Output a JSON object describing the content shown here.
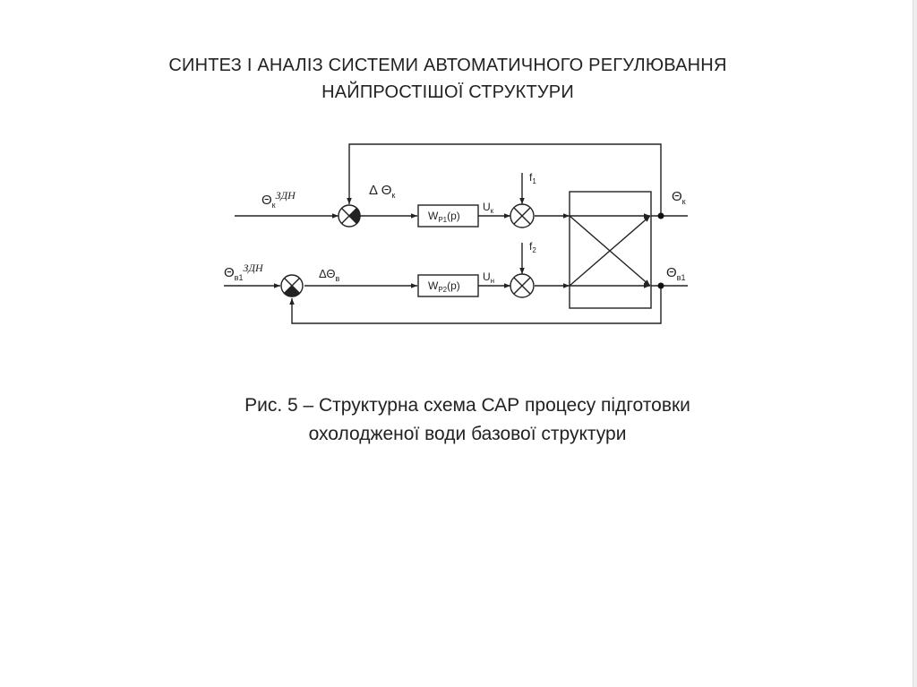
{
  "title": {
    "line1": "СИНТЕЗ І АНАЛІЗ СИСТЕМИ АВТОМАТИЧНОГО РЕГУЛЮВАННЯ",
    "line2": "НАЙПРОСТІШОЇ СТРУКТУРИ"
  },
  "diagram": {
    "input1": {
      "symbol": "Θ",
      "sub": "к",
      "sup": "ЗДН"
    },
    "input2": {
      "symbol": "Θ",
      "sub": "в1",
      "sup": "ЗДН"
    },
    "error1": {
      "prefix": "Δ",
      "symbol": "Θ",
      "sub": "к"
    },
    "error2": {
      "prefix": "Δ",
      "symbol": "Θ",
      "sub": "в"
    },
    "block1": {
      "main": "W",
      "sub": "P1",
      "arg": "(p)"
    },
    "block2": {
      "main": "W",
      "sub": "P2",
      "arg": "(p)"
    },
    "u1": {
      "main": "U",
      "sub": "к"
    },
    "u2": {
      "main": "U",
      "sub": "н"
    },
    "f1": {
      "main": "f",
      "sub": "1"
    },
    "f2": {
      "main": "f",
      "sub": "2"
    },
    "output1": {
      "symbol": "Θ",
      "sub": "к"
    },
    "output2": {
      "symbol": "Θ",
      "sub": "в1"
    }
  },
  "caption": {
    "line1": "Рис. 5 – Структурна схема САР процесу підготовки",
    "line2": "охолодженої води базової структури"
  }
}
